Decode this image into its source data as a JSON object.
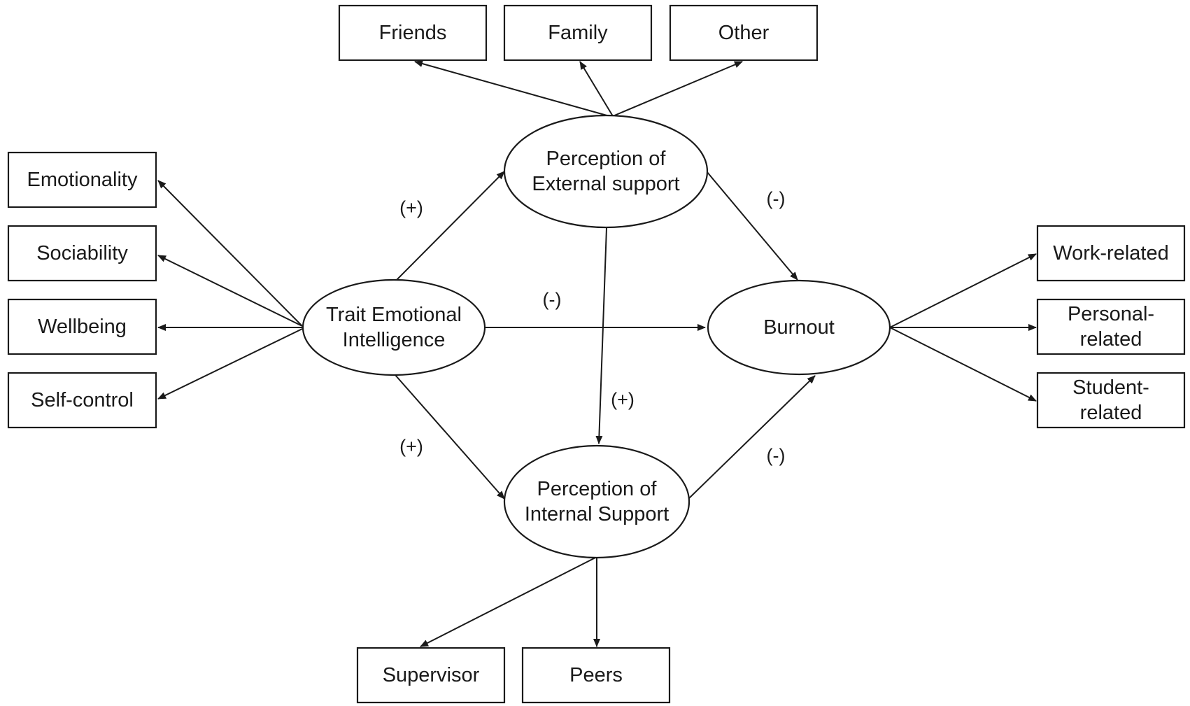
{
  "latent": {
    "trait_ei": [
      "Trait Emotional",
      "Intelligence"
    ],
    "external": [
      "Perception of",
      "External support"
    ],
    "internal": [
      "Perception of",
      "Internal Support"
    ],
    "burnout": [
      "Burnout"
    ]
  },
  "indicators": {
    "emotionality": [
      "Emotionality"
    ],
    "sociability": [
      "Sociability"
    ],
    "wellbeing": [
      "Wellbeing"
    ],
    "self_control": [
      "Self-control"
    ],
    "friends": [
      "Friends"
    ],
    "family": [
      "Family"
    ],
    "other": [
      "Other"
    ],
    "work_related": [
      "Work-related"
    ],
    "personal_related": [
      "Personal-",
      "related"
    ],
    "student_related": [
      "Student-",
      "related"
    ],
    "supervisor": [
      "Supervisor"
    ],
    "peers": [
      "Peers"
    ]
  },
  "signs": {
    "ei_to_external": "(+)",
    "ei_to_internal": "(+)",
    "ei_to_burnout": "(-)",
    "external_internal": "(+)",
    "external_to_burnout": "(-)",
    "internal_to_burnout": "(-)"
  }
}
